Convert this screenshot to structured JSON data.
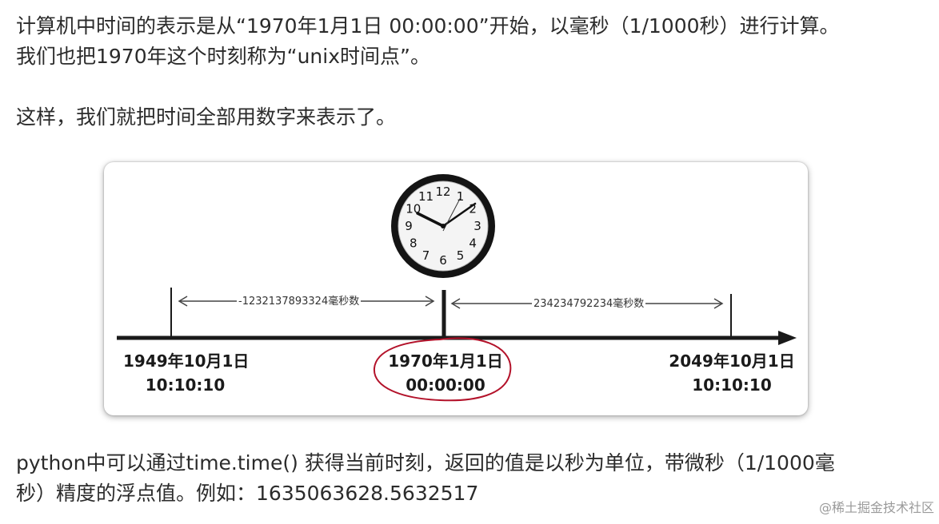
{
  "paragraphs": {
    "p1_line1": "计算机中时间的表示是从“1970年1月1日 00:00:00”开始，以毫秒（1/1000秒）进行计算。",
    "p1_line2": "我们也把1970年这个时刻称为“unix时间点”。",
    "p2": "这样，我们就把时间全部用数字来表示了。",
    "p3_line1": "python中可以通过time.time() 获得当前时刻，返回的值是以秒为单位，带微秒（1/1000毫",
    "p3_line2": "秒）精度的浮点值。例如：1635063628.5632517"
  },
  "figure": {
    "left_span_label": "-1232137893324毫秒数",
    "right_span_label": "234234792234毫秒数",
    "dates": {
      "left": {
        "date": "1949年10月1日",
        "time": "10:10:10"
      },
      "center": {
        "date": "1970年1月1日",
        "time": "00:00:00"
      },
      "right": {
        "date": "2049年10月1日",
        "time": "10:10:10"
      }
    },
    "clock_numbers": [
      "12",
      "1",
      "2",
      "3",
      "4",
      "5",
      "6",
      "7",
      "8",
      "9",
      "10",
      "11"
    ],
    "highlight_color": "#b3122a",
    "axis_color": "#1a1a1a"
  },
  "watermark": "@稀土掘金技术社区"
}
